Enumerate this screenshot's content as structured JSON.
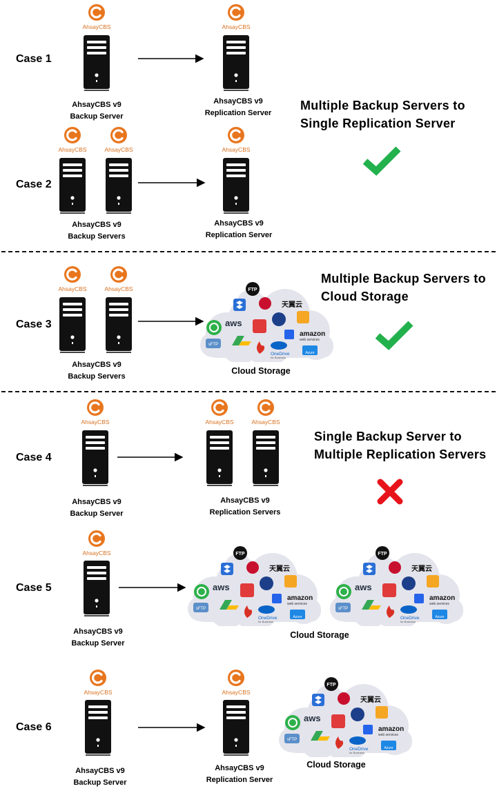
{
  "brand": {
    "logo_text": "AhsayCBS",
    "accent": "#E8761E"
  },
  "colors": {
    "check": "#22B14C",
    "cross": "#E8141B"
  },
  "groups": [
    {
      "heading_lines": [
        "Multiple Backup Servers to",
        "Single Replication Server"
      ],
      "status": "check"
    },
    {
      "heading_lines": [
        "Multiple Backup Servers to",
        "Cloud Storage"
      ],
      "status": "check"
    },
    {
      "heading_lines": [
        "Single Backup Server to",
        "Multiple Replication Servers"
      ],
      "status": "cross"
    }
  ],
  "cases": [
    {
      "label": "Case 1",
      "source_label": [
        "AhsayCBS v9",
        "Backup Server"
      ],
      "target_label": [
        "AhsayCBS v9",
        "Replication Server"
      ]
    },
    {
      "label": "Case 2",
      "source_label": [
        "AhsayCBS v9",
        "Backup Servers"
      ],
      "target_label": [
        "AhsayCBS v9",
        "Replication Server"
      ]
    },
    {
      "label": "Case 3",
      "source_label": [
        "AhsayCBS v9",
        "Backup Servers"
      ],
      "target_label": [
        "Cloud Storage"
      ]
    },
    {
      "label": "Case 4",
      "source_label": [
        "AhsayCBS v9",
        "Backup Server"
      ],
      "target_label": [
        "AhsayCBS v9",
        "Replication Servers"
      ]
    },
    {
      "label": "Case 5",
      "source_label": [
        "AhsayCBS v9",
        "Backup Server"
      ],
      "target_label": [
        "Cloud Storage"
      ]
    },
    {
      "label": "Case 6",
      "source_label": [
        "AhsayCBS v9",
        "Backup Server"
      ],
      "target_label": [
        "AhsayCBS v9",
        "Replication Server"
      ],
      "extra_label": [
        "Cloud Storage"
      ]
    }
  ],
  "cloud_logos": {
    "ftp": "FTP",
    "sftp": "sFTP",
    "aws": "aws",
    "tianyi": "天翼云",
    "amazon": "amazon",
    "amazon_sub": "web services",
    "onedrive": "OneDrive",
    "onedrive_sub": "for Business",
    "azure": "Azure"
  }
}
